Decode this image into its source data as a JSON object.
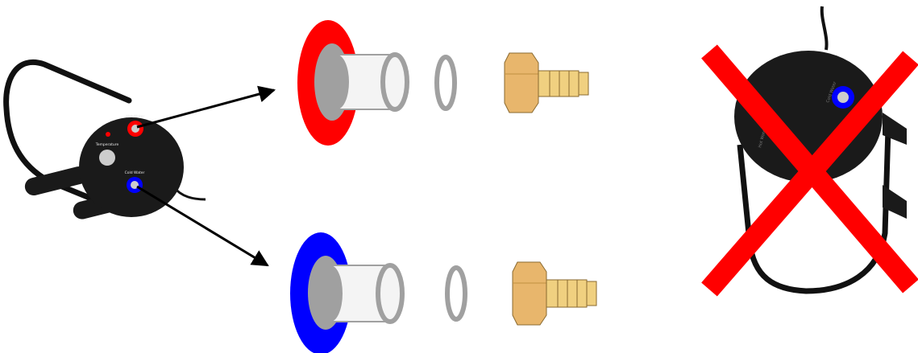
{
  "heater_labels": {
    "hot_water": "Hot Water",
    "temperature": "Temperature",
    "cold_water": "Cold Water"
  },
  "crossed_labels": {
    "cold_water": "Cold Water",
    "hot_water": "Hot Water"
  },
  "colors": {
    "hot": "#ff0000",
    "cold": "#0000ff",
    "housing": "#1a1a1a",
    "gasket": "#a0a0a0",
    "brass": "#e8b66c",
    "brass_light": "#f0d080",
    "cross": "#ff0000"
  },
  "icons": {
    "heater": "water-heater-icon",
    "hot_fitting": "hot-inlet-fitting-icon",
    "cold_fitting": "cold-inlet-fitting-icon",
    "gasket": "o-ring-icon",
    "connector": "hose-barb-icon",
    "prohibited": "x-mark-icon"
  }
}
